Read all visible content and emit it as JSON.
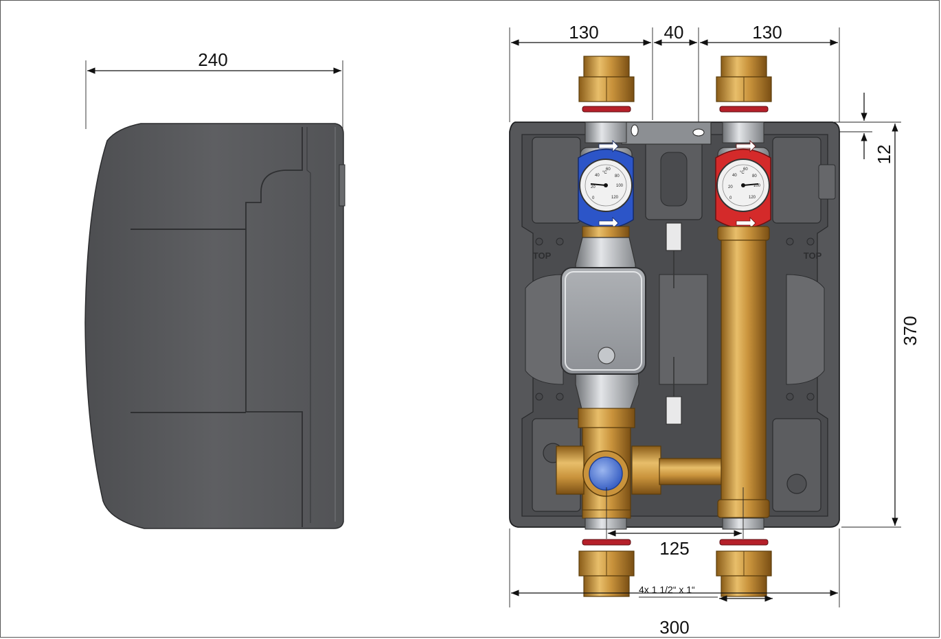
{
  "drawing": {
    "side_view": {
      "width_label": "240"
    },
    "front_view": {
      "top_left_width": "130",
      "top_gap": "40",
      "top_right_width": "130",
      "mount_offset": "12",
      "height": "370",
      "pipe_spacing": "125",
      "thread_spec": "4x 1 1/2“ x 1“",
      "total_width": "300",
      "top_label_left": "TOP",
      "top_label_right": "TOP"
    },
    "thermometer": {
      "scale": [
        "0",
        "20",
        "40",
        "60",
        "80",
        "100",
        "120"
      ],
      "unit": "°C"
    }
  },
  "colors": {
    "housing": "#5a5b5e",
    "housing_dark": "#3f4043",
    "brass": "#c08a34",
    "brass_light": "#e2b760",
    "blue_valve": "#2c55c8",
    "red_valve": "#d42a2a",
    "pump_gray": "#9a9ea3",
    "steel": "#b5b8bc"
  }
}
